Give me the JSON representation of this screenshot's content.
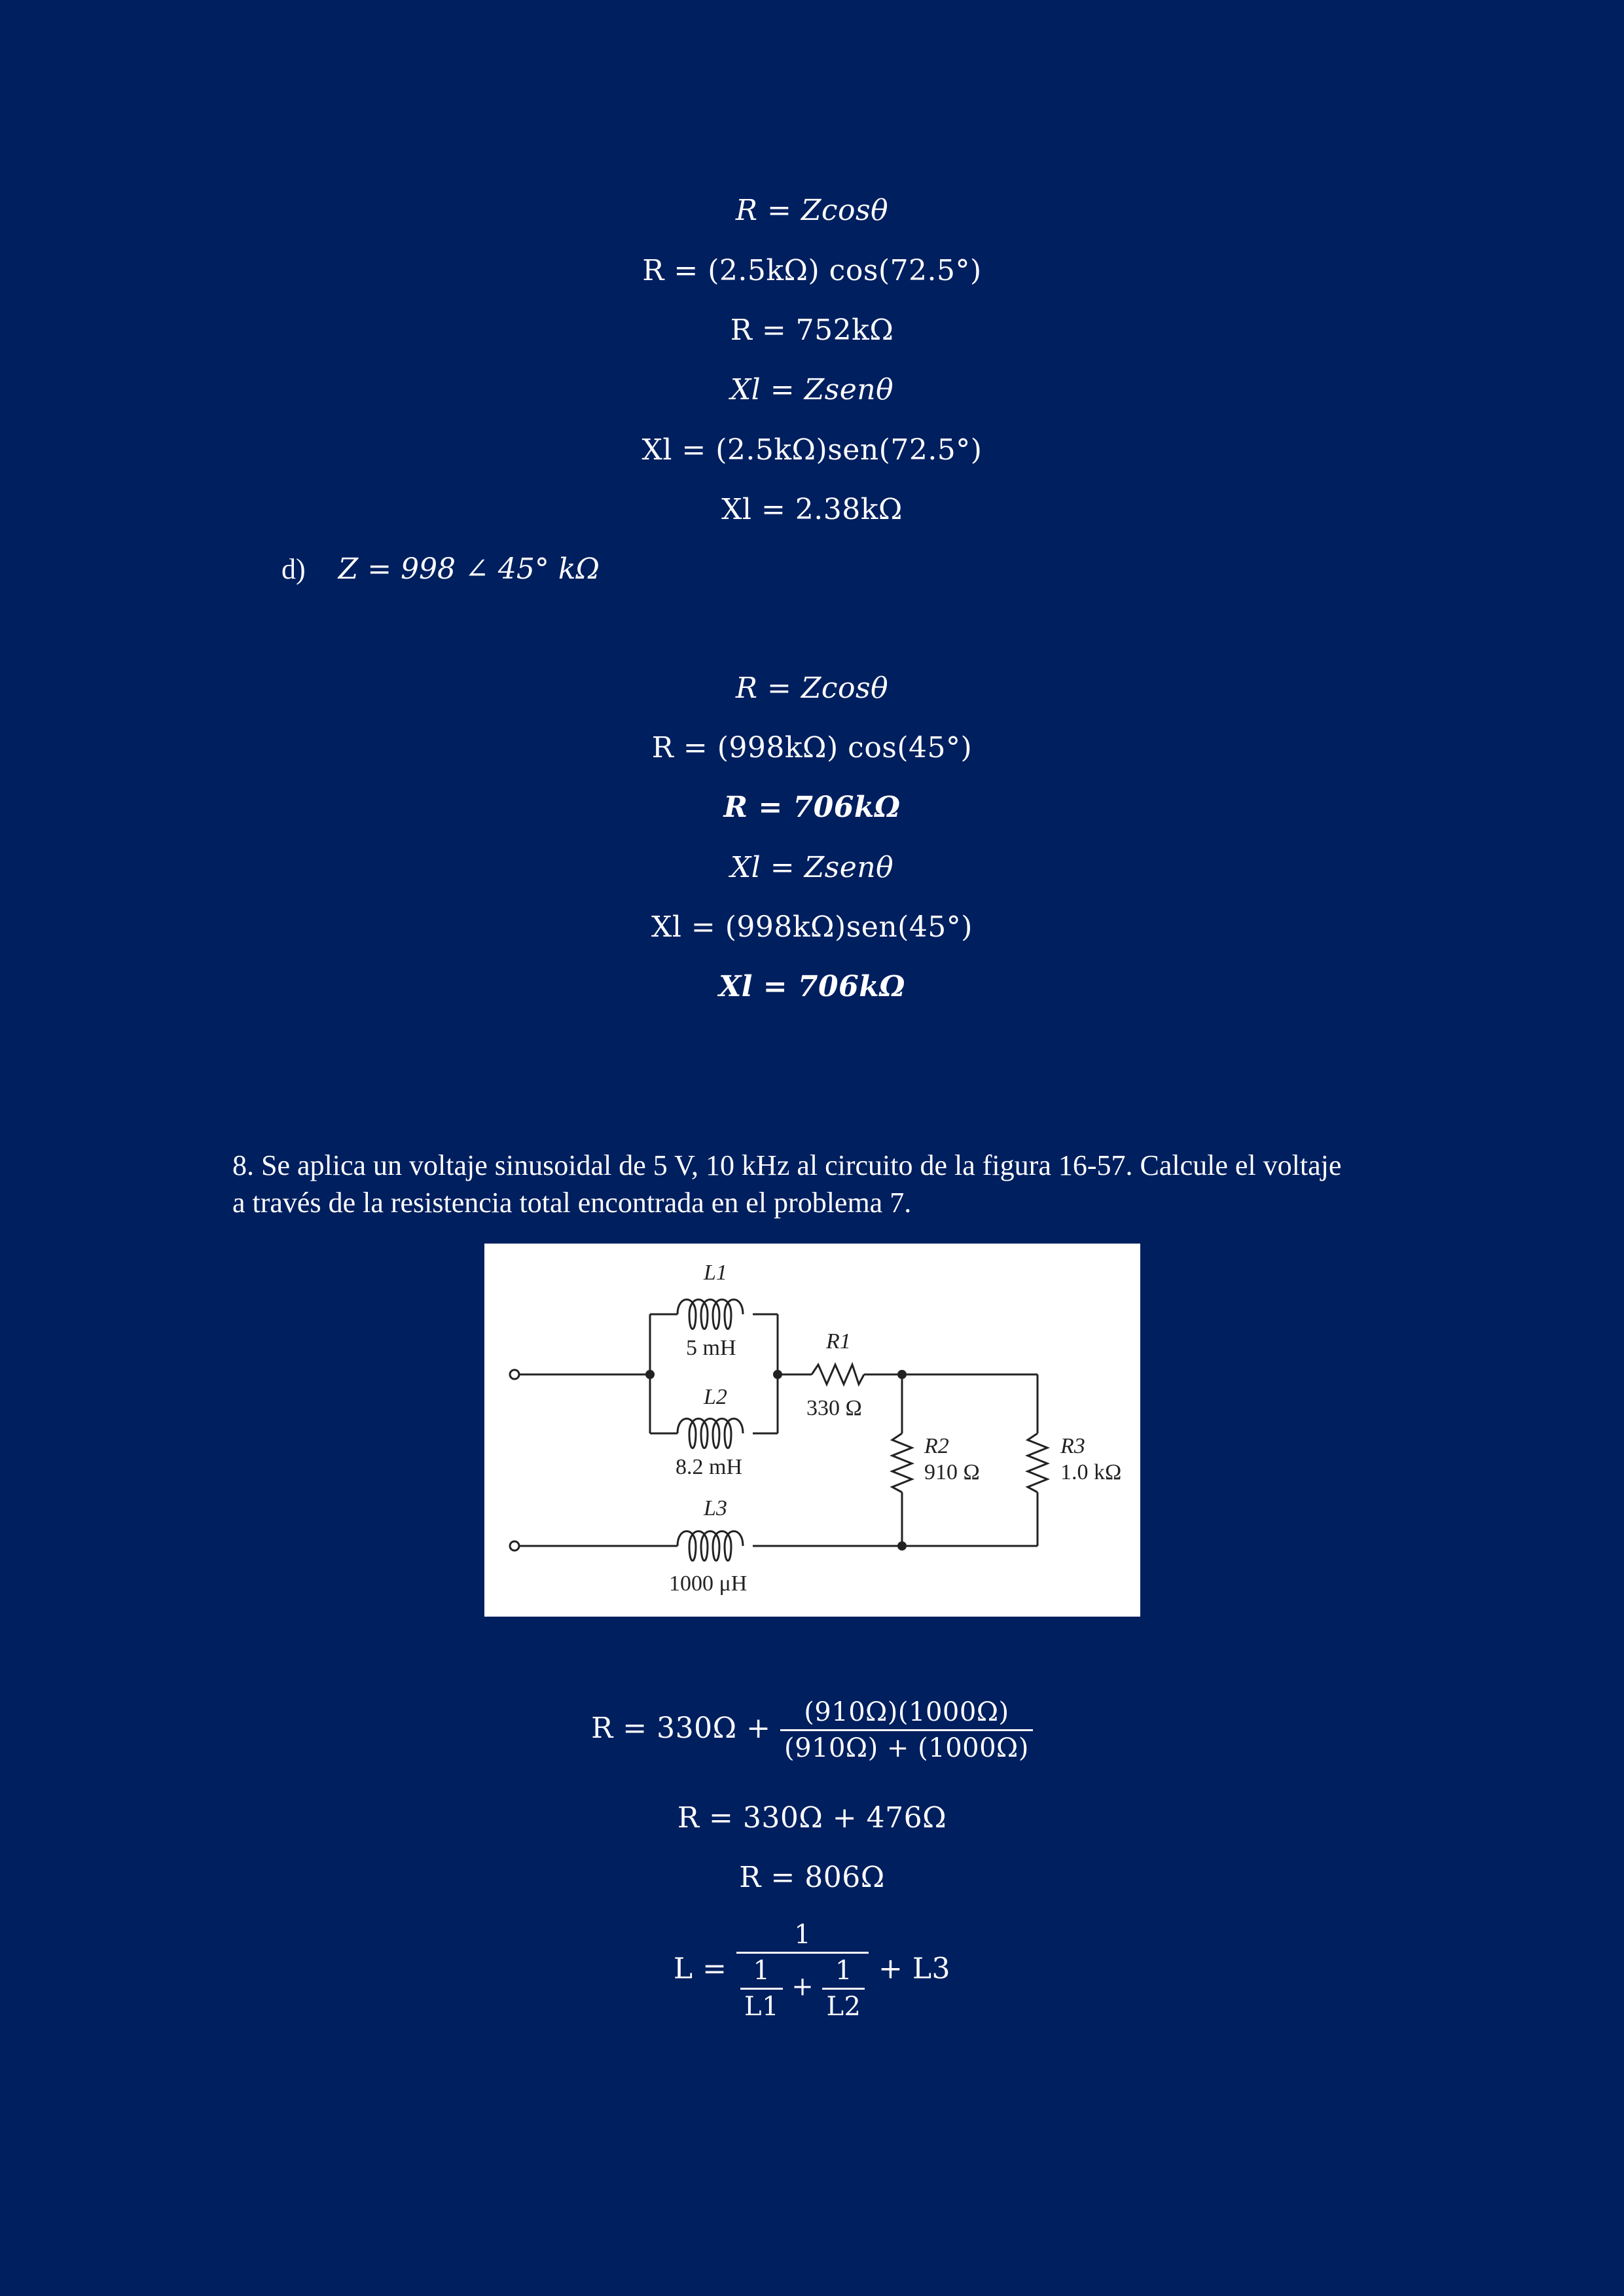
{
  "part_c": {
    "eq1": "R = Zcosθ",
    "eq2": "R = (2.5kΩ) cos(72.5°)",
    "eq3": "R = 752kΩ",
    "eq4": "Xl  = Zsenθ",
    "eq5": "Xl  = (2.5kΩ)sen(72.5°)",
    "eq6": "Xl = 2.38kΩ"
  },
  "part_d": {
    "label": "d)",
    "statement": "Z = 998 ∠ 45° kΩ",
    "eq1": "R = Zcosθ",
    "eq2": "R = (998kΩ) cos(45°)",
    "eq3": "R = 706kΩ",
    "eq4": "Xl  = Zsenθ",
    "eq5": "Xl  = (998kΩ)sen(45°)",
    "eq6": "Xl = 706kΩ"
  },
  "problem8": {
    "text": "8. Se aplica un voltaje sinusoidal de 5 V, 10 kHz al circuito de la figura 16-57. Calcule el voltaje a través de la resistencia total encontrada en el problema 7."
  },
  "figure": {
    "L1_label": "L1",
    "L1_value": "5 mH",
    "L2_label": "L2",
    "L2_value": "8.2 mH",
    "L3_label": "L3",
    "L3_value": "1000 μH",
    "R1_label": "R1",
    "R1_value": "330 Ω",
    "R2_label": "R2",
    "R2_value": "910 Ω",
    "R3_label": "R3",
    "R3_value": "1.0 kΩ"
  },
  "solution8": {
    "eq1_lhs": "R = 330Ω +",
    "eq1_num": "(910Ω)(1000Ω)",
    "eq1_den": "(910Ω) + (1000Ω)",
    "eq2": "R = 330Ω + 476Ω",
    "eq3": "R = 806Ω",
    "eq4_lhs": "L =",
    "eq4_num": "1",
    "eq4_den_a_num": "1",
    "eq4_den_a_den": "L1",
    "eq4_den_plus": "+",
    "eq4_den_b_num": "1",
    "eq4_den_b_den": "L2",
    "eq4_rhs": "+ L3"
  }
}
